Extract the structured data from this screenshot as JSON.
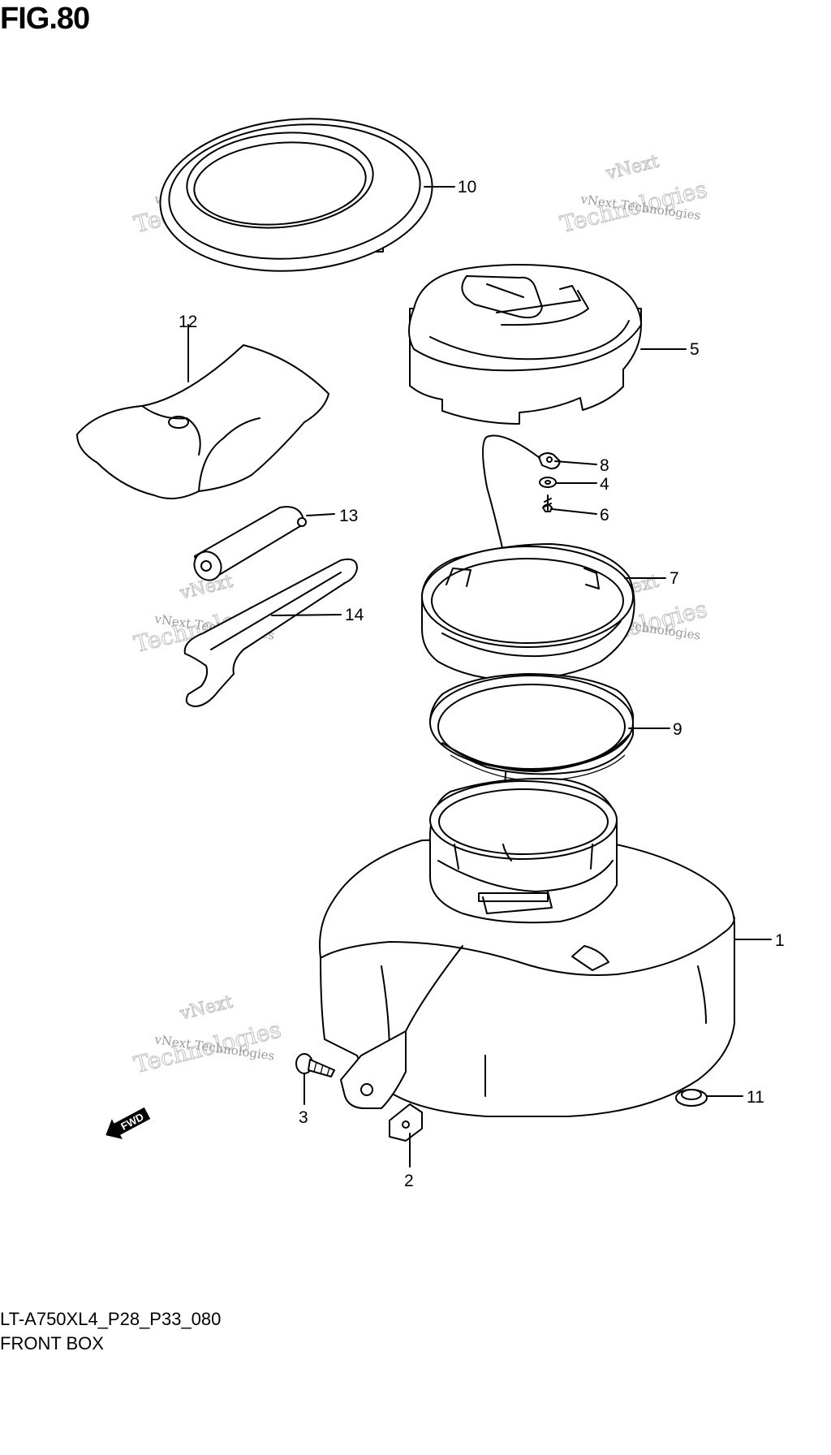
{
  "figure": {
    "title": "FIG.80",
    "code": "LT-A750XL4_P28_P33_080",
    "name": "FRONT BOX"
  },
  "watermark": {
    "line1": "vNext Technologies",
    "line2": "Technologies",
    "line3": "vNext"
  },
  "direction_badge": "FWD",
  "parts": [
    {
      "number": "1"
    },
    {
      "number": "2"
    },
    {
      "number": "3"
    },
    {
      "number": "4"
    },
    {
      "number": "5"
    },
    {
      "number": "6"
    },
    {
      "number": "7"
    },
    {
      "number": "8"
    },
    {
      "number": "9"
    },
    {
      "number": "10"
    },
    {
      "number": "11"
    },
    {
      "number": "12"
    },
    {
      "number": "13"
    },
    {
      "number": "14"
    }
  ]
}
